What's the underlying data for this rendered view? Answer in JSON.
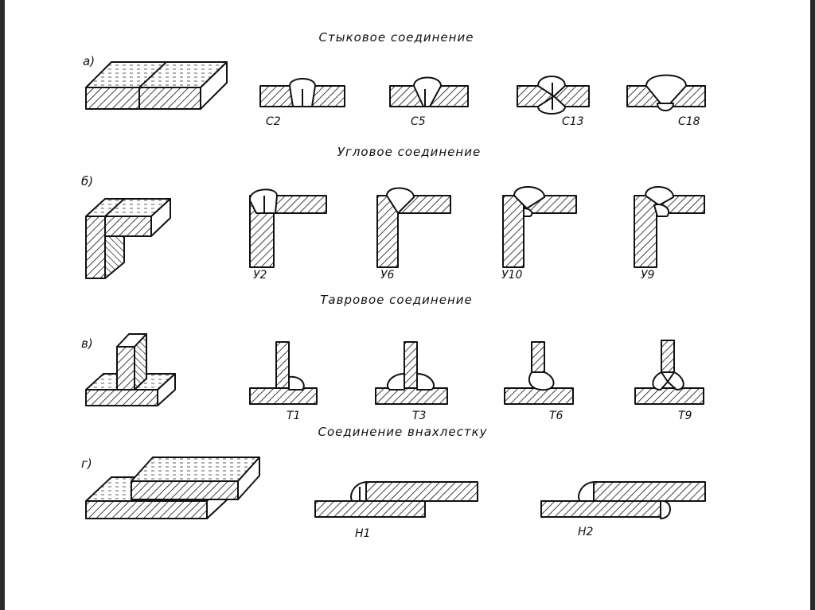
{
  "sections": [
    {
      "row_label": "а)",
      "title": "Стыковое соединение",
      "codes": [
        "С2",
        "С5",
        "С13",
        "С18"
      ]
    },
    {
      "row_label": "б)",
      "title": "Угловое соединение",
      "codes": [
        "У2",
        "У6",
        "У10",
        "У9"
      ]
    },
    {
      "row_label": "в)",
      "title": "Тавровое соединение",
      "codes": [
        "Т1",
        "Т3",
        "Т6",
        "Т9"
      ]
    },
    {
      "row_label": "г)",
      "title": "Соединение внахлестку",
      "codes": [
        "Н1",
        "Н2"
      ]
    }
  ],
  "colors": {
    "ink": "#111111",
    "paper": "#ffffff",
    "frame": "#2a2a2a"
  }
}
